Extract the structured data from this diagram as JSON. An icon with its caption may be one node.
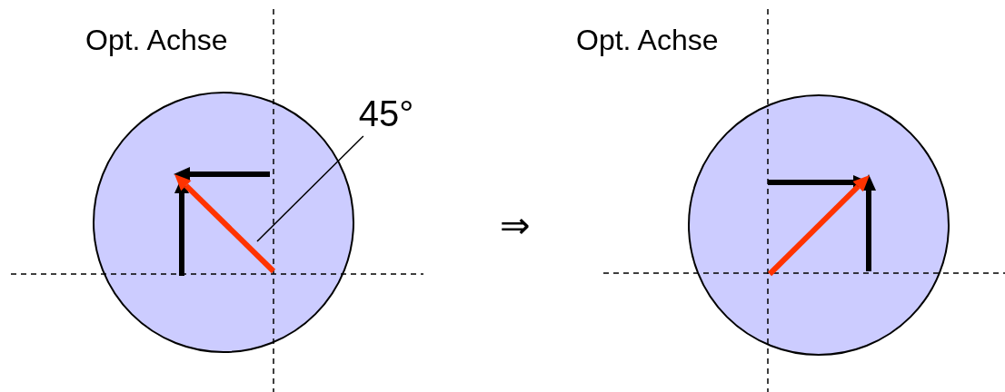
{
  "diagram": {
    "nodes": [
      {
        "text": [],
        "shape": "circle"
      },
      {
        "text": [
          "45°"
        ]
      },
      {
        "text": [],
        "shape": "circle"
      }
    ],
    "edges": [
      {
        "from": 1,
        "to": 0,
        "arrow": "none"
      }
    ],
    "labels": [
      "Opt. Achse",
      "⇒",
      "Opt. Achse"
    ]
  }
}
